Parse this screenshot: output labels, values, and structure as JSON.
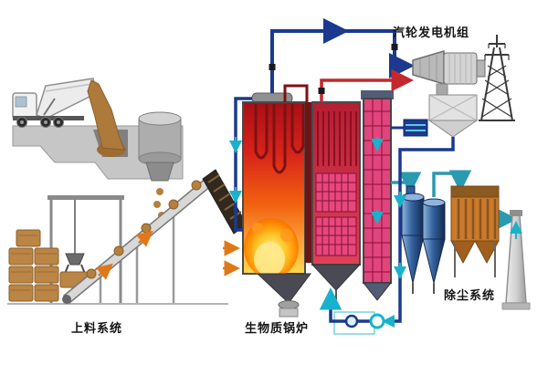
{
  "labels": {
    "feeding_system": "上料系统",
    "biomass_boiler": "生物质锅炉",
    "turbine_generator": "汽轮发电机组",
    "dust_removal": "除尘系统"
  },
  "palette": {
    "steam_pipe": "#1b3a8f",
    "hot_steam_pipe": "#c4272e",
    "water_flow": "#19b2cc",
    "flue_gas": "#2a9ab0",
    "air_flow": "#e07818",
    "furnace_hot": "#d8231a",
    "furnace_flame": "#ffd84e",
    "rear_pass_pink": "#e0457e",
    "cyclone_blue": "#2f5d9e",
    "bag_filter_orange": "#c97a2c",
    "biomass_brown": "#b5803f",
    "structure_gray": "#c6c6c6"
  }
}
